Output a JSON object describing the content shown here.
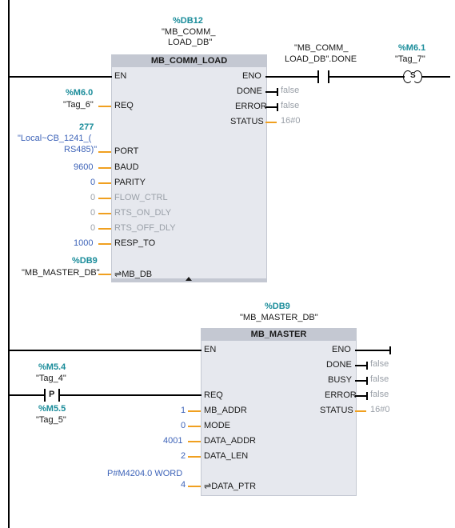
{
  "block1": {
    "db_addr": "%DB12",
    "db_name_l1": "\"MB_COMM_",
    "db_name_l2": "LOAD_DB\"",
    "title": "MB_COMM_LOAD",
    "pins_in": [
      "EN",
      "REQ",
      "PORT",
      "BAUD",
      "PARITY",
      "FLOW_CTRL",
      "RTS_ON_DLY",
      "RTS_OFF_DLY",
      "RESP_TO",
      "MB_DB"
    ],
    "inout_prefix": "⇌",
    "pins_out": [
      "ENO",
      "DONE",
      "ERROR",
      "STATUS"
    ],
    "req_addr": "%M6.0",
    "req_sym": "\"Tag_6\"",
    "port_val": "277",
    "port_sym_l1": "\"Local~CB_1241_(",
    "port_sym_l2": "RS485)\"",
    "baud": "9600",
    "parity": "0",
    "flow_ctrl": "0",
    "rts_on_dly": "0",
    "rts_off_dly": "0",
    "resp_to": "1000",
    "mbdb_addr": "%DB9",
    "mbdb_sym": "\"MB_MASTER_DB\"",
    "done_val": "false",
    "error_val": "false",
    "status_val": "16#0"
  },
  "contact": {
    "sym_l1": "\"MB_COMM_",
    "sym_l2": "LOAD_DB\".DONE"
  },
  "coil": {
    "addr": "%M6.1",
    "sym": "\"Tag_7\"",
    "type": "S"
  },
  "block2": {
    "db_addr": "%DB9",
    "db_name": "\"MB_MASTER_DB\"",
    "title": "MB_MASTER",
    "pins_in": [
      "EN",
      "REQ",
      "MB_ADDR",
      "MODE",
      "DATA_ADDR",
      "DATA_LEN",
      "DATA_PTR"
    ],
    "inout_prefix": "⇌",
    "pins_out": [
      "ENO",
      "DONE",
      "BUSY",
      "ERROR",
      "STATUS"
    ],
    "mb_addr": "1",
    "mode": "0",
    "data_addr": "4001",
    "data_len": "2",
    "data_ptr_l1": "P#M4204.0 WORD",
    "data_ptr_l2": "4",
    "done_val": "false",
    "busy_val": "false",
    "error_val": "false",
    "status_val": "16#0"
  },
  "pcontact": {
    "addr": "%M5.4",
    "sym": "\"Tag_4\"",
    "type": "P",
    "addr2": "%M5.5",
    "sym2": "\"Tag_5\""
  }
}
